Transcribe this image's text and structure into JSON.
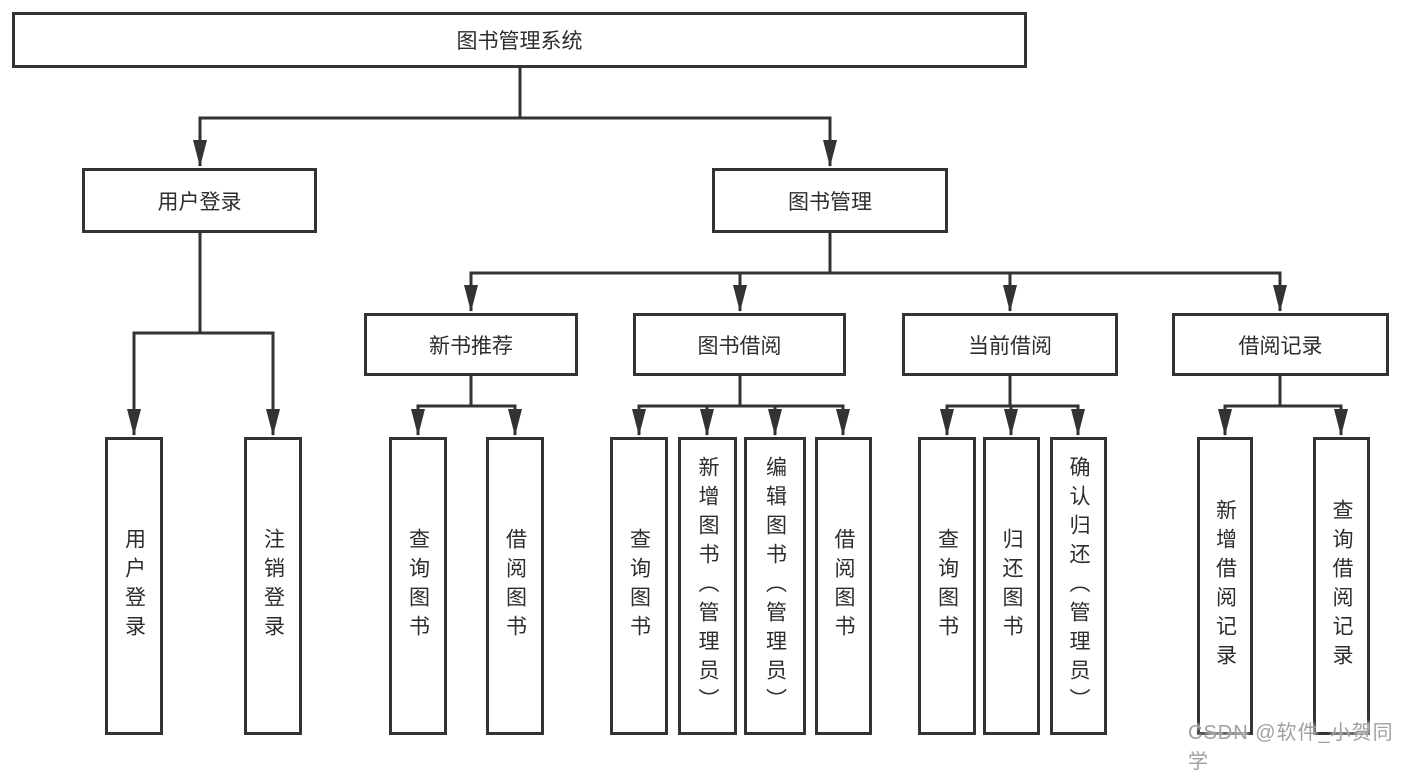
{
  "colors": {
    "line": "#333333",
    "text": "#2d2d2d",
    "watermark": "#a0a0a0",
    "background": "#ffffff"
  },
  "watermark": "CSDN @软件_小贺同学",
  "tree": {
    "label": "图书管理系统",
    "children": [
      {
        "label": "用户登录",
        "children": [
          {
            "label": "用户登录"
          },
          {
            "label": "注销登录"
          }
        ]
      },
      {
        "label": "图书管理",
        "children": [
          {
            "label": "新书推荐",
            "children": [
              {
                "label": "查询图书"
              },
              {
                "label": "借阅图书"
              }
            ]
          },
          {
            "label": "图书借阅",
            "children": [
              {
                "label": "查询图书"
              },
              {
                "label": "新增图书（管理员）"
              },
              {
                "label": "编辑图书（管理员）"
              },
              {
                "label": "借阅图书"
              }
            ]
          },
          {
            "label": "当前借阅",
            "children": [
              {
                "label": "查询图书"
              },
              {
                "label": "归还图书"
              },
              {
                "label": "确认归还（管理员）"
              }
            ]
          },
          {
            "label": "借阅记录",
            "children": [
              {
                "label": "新增借阅记录"
              },
              {
                "label": "查询借阅记录"
              }
            ]
          }
        ]
      }
    ]
  }
}
